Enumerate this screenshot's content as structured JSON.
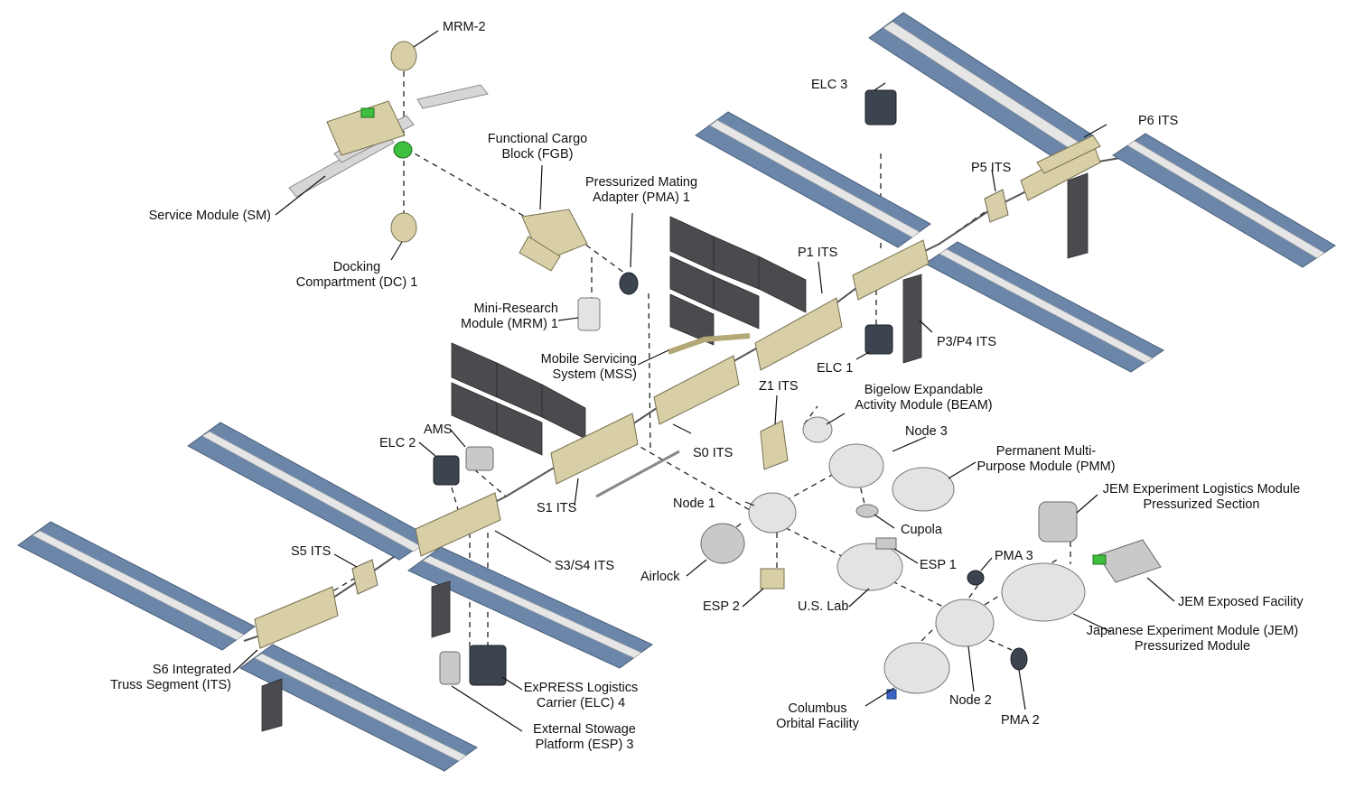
{
  "labels": {
    "mrm2": "MRM-2",
    "sm": "Service Module (SM)",
    "dc1_a": "Docking",
    "dc1_b": "Compartment (DC) 1",
    "fgb_a": "Functional Cargo",
    "fgb_b": "Block (FGB)",
    "pma1_a": "Pressurized Mating",
    "pma1_b": "Adapter (PMA) 1",
    "mrm1_a": "Mini-Research",
    "mrm1_b": "Module (MRM) 1",
    "mss_a": "Mobile Servicing",
    "mss_b": "System (MSS)",
    "elc3": "ELC 3",
    "p6": "P6 ITS",
    "p5": "P5 ITS",
    "p1": "P1 ITS",
    "p3p4": "P3/P4 ITS",
    "elc1": "ELC 1",
    "z1": "Z1 ITS",
    "beam_a": "Bigelow Expandable",
    "beam_b": "Activity Module (BEAM)",
    "node3": "Node 3",
    "pmm_a": "Permanent Multi-",
    "pmm_b": "Purpose Module (PMM)",
    "ams": "AMS",
    "elc2": "ELC 2",
    "s0": "S0 ITS",
    "s1": "S1 ITS",
    "node1": "Node 1",
    "cupola": "Cupola",
    "jemelm_a": "JEM Experiment Logistics Module",
    "jemelm_b": "Pressurized Section",
    "s5": "S5 ITS",
    "s3s4": "S3/S4 ITS",
    "esp1": "ESP 1",
    "pma3": "PMA 3",
    "airlock": "Airlock",
    "jemef": "JEM Exposed Facility",
    "esp2": "ESP 2",
    "uslab": "U.S. Lab",
    "jempm_a": "Japanese Experiment Module (JEM)",
    "jempm_b": "Pressurized Module",
    "s6_a": "S6 Integrated",
    "s6_b": "Truss Segment (ITS)",
    "elc4_a": "ExPRESS Logistics",
    "elc4_b": "Carrier (ELC) 4",
    "esp3_a": "External Stowage",
    "esp3_b": "Platform (ESP) 3",
    "columbus_a": "Columbus",
    "columbus_b": "Orbital Facility",
    "node2": "Node 2",
    "pma2": "PMA 2"
  },
  "colors": {
    "solar_panel": "#6b86a8",
    "truss": "#d8cfa8",
    "module": "#c9c9c9",
    "russian_solar": "#d0d0d0",
    "docking_green": "#3fbf3f",
    "radiator": "#4b4b4f"
  }
}
